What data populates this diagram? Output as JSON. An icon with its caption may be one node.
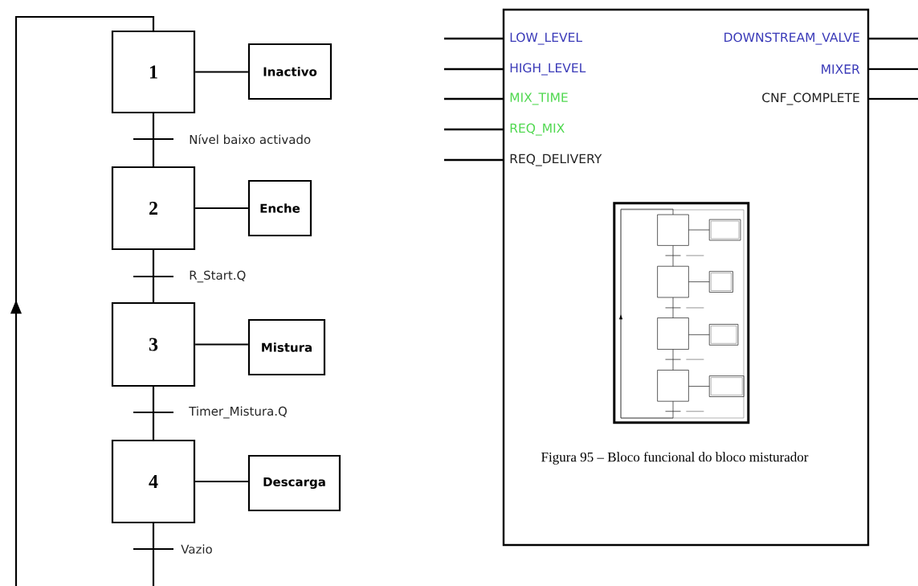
{
  "diagram": {
    "caption": "Figura 95 – Bloco funcional do bloco misturador",
    "nodes": [
      {
        "text": [
          "1"
        ]
      },
      {
        "text": [
          "Inactivo"
        ]
      },
      {
        "text": [
          "2"
        ]
      },
      {
        "text": [
          "Enche"
        ]
      },
      {
        "text": [
          "3"
        ]
      },
      {
        "text": [
          "Mistura"
        ]
      },
      {
        "text": [
          "4"
        ]
      },
      {
        "text": [
          "Descarga"
        ]
      },
      {
        "text": [
          "LOW_LEVEL",
          "HIGH_LEVEL",
          "MIX_TIME",
          "REQ_MIX",
          "REQ_DELIVERY",
          "DOWNSTREAM_VALVE",
          "MIXER",
          "CNF_COMPLETE"
        ]
      },
      {
        "text": [],
        "shape": "picture",
        "in": 8
      }
    ],
    "edges": [
      {
        "from": 0,
        "to": 1,
        "arrow": "none"
      },
      {
        "from": 0,
        "to": 2,
        "arrow": "none",
        "label": "Nível baixo activado"
      },
      {
        "from": 2,
        "to": 3,
        "arrow": "none"
      },
      {
        "from": 2,
        "to": 4,
        "arrow": "none",
        "label": "R_Start.Q"
      },
      {
        "from": 4,
        "to": 5,
        "arrow": "none"
      },
      {
        "from": 4,
        "to": 6,
        "arrow": "none",
        "label": "Timer_Mistura.Q"
      },
      {
        "from": 6,
        "to": 7,
        "arrow": "none"
      },
      {
        "from": 6,
        "to": 0,
        "arrow": "to",
        "label": "Vazio"
      }
    ]
  }
}
